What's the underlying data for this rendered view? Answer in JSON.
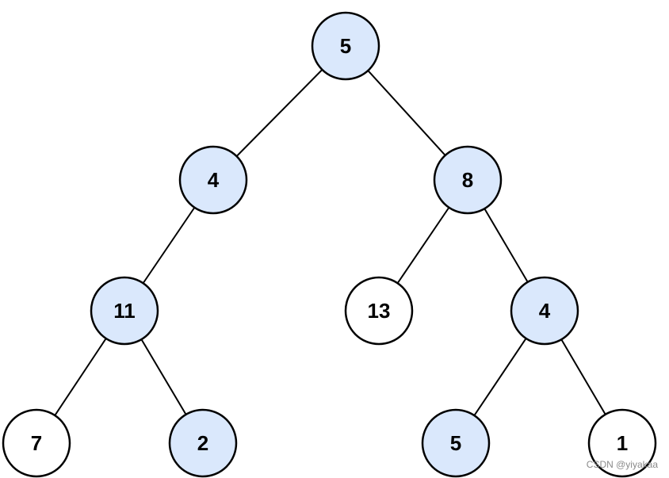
{
  "colors": {
    "highlighted_fill": "#dae8fc",
    "plain_fill": "#ffffff",
    "stroke": "#000000"
  },
  "tree": {
    "nodes": [
      {
        "id": "n5",
        "value": "5",
        "highlighted": true
      },
      {
        "id": "n4a",
        "value": "4",
        "highlighted": true
      },
      {
        "id": "n8",
        "value": "8",
        "highlighted": true
      },
      {
        "id": "n11",
        "value": "11",
        "highlighted": true
      },
      {
        "id": "n13",
        "value": "13",
        "highlighted": false
      },
      {
        "id": "n4b",
        "value": "4",
        "highlighted": true
      },
      {
        "id": "n7",
        "value": "7",
        "highlighted": false
      },
      {
        "id": "n2",
        "value": "2",
        "highlighted": true
      },
      {
        "id": "n5b",
        "value": "5",
        "highlighted": true
      },
      {
        "id": "n1",
        "value": "1",
        "highlighted": false
      }
    ],
    "edges": [
      {
        "from": "n5",
        "to": "n4a"
      },
      {
        "from": "n5",
        "to": "n8"
      },
      {
        "from": "n4a",
        "to": "n11"
      },
      {
        "from": "n8",
        "to": "n13"
      },
      {
        "from": "n8",
        "to": "n4b"
      },
      {
        "from": "n11",
        "to": "n7"
      },
      {
        "from": "n11",
        "to": "n2"
      },
      {
        "from": "n4b",
        "to": "n5b"
      },
      {
        "from": "n4b",
        "to": "n1"
      }
    ]
  },
  "watermark": "CSDN @yiyakaa"
}
